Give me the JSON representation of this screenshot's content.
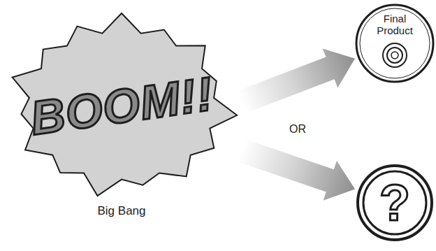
{
  "diagram": {
    "nodes": [
      {
        "text": [
          "BOOM!!",
          "Big Bang"
        ]
      },
      {
        "text": [
          "Final Product"
        ]
      },
      {
        "text": [
          "?"
        ]
      }
    ],
    "edges": [
      {
        "from": 0,
        "to": 1,
        "arrow": "to"
      },
      {
        "from": 0,
        "to": 2,
        "arrow": "to"
      }
    ],
    "labels": [
      "OR"
    ]
  }
}
